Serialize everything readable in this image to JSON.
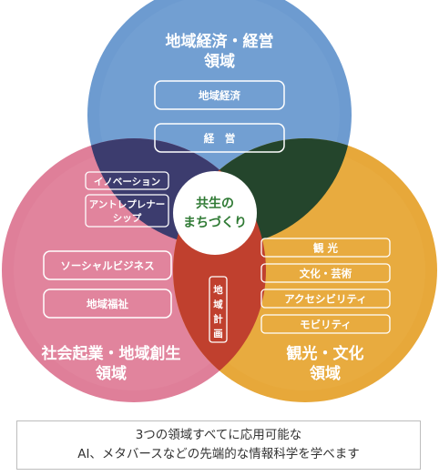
{
  "domains": {
    "economy": {
      "title_line1": "地域経済・経営",
      "title_line2": "領域",
      "items": [
        "地域経済",
        "経　営"
      ]
    },
    "society": {
      "title_line1": "社会起業・地域創生",
      "title_line2": "領域",
      "items": [
        "ソーシャルビジネス",
        "地域福祉"
      ]
    },
    "tourism": {
      "title_line1": "観光・文化",
      "title_line2": "領域",
      "items": [
        "観 光",
        "文化・芸術",
        "アクセシビリティ",
        "モビリティ"
      ]
    }
  },
  "overlaps": {
    "economy_society": [
      "イノベーション",
      "アントレプレナー",
      "シップ"
    ],
    "society_tourism": [
      "地",
      "域",
      "計",
      "画"
    ]
  },
  "center": {
    "line1": "共生の",
    "line2": "まちづくり"
  },
  "caption": {
    "line1": "3つの領域すべてに応用可能な",
    "line2": "AI、メタバースなどの先端的な情報科学を学べます"
  },
  "colors": {
    "economy": "#6d9bd0",
    "society": "#df7f99",
    "tourism": "#e7a83a",
    "overlap_eco_soc": "#3c3c6e",
    "overlap_eco_tour": "#24452c",
    "overlap_soc_tour": "#c0402e",
    "center_text": "#2f7a34"
  }
}
